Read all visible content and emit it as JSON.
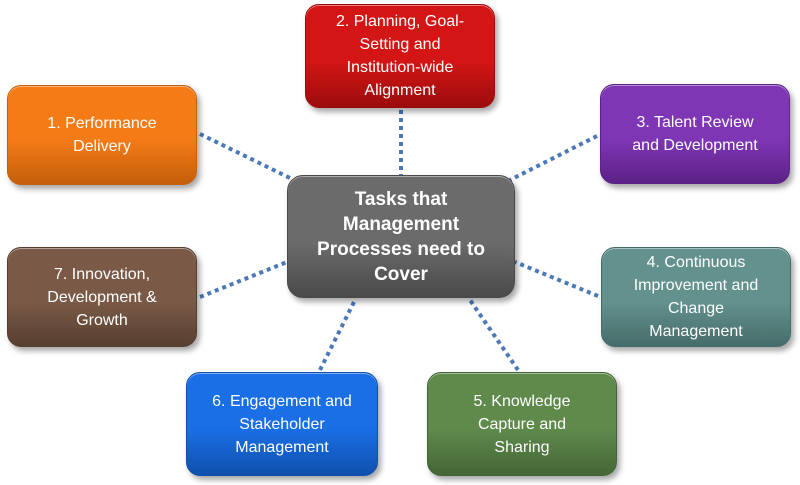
{
  "diagram": {
    "center": {
      "label": "Tasks that\nManagement\nProcesses need to\nCover",
      "color": "#6b6b6b",
      "border": "#4a4a4a"
    },
    "nodes": [
      {
        "id": "performance-delivery",
        "label": "1. Performance\nDelivery",
        "color": "#f47b16",
        "border": "#c45f0b"
      },
      {
        "id": "planning-goal-setting",
        "label": "2. Planning, Goal-\nSetting and\nInstitution-wide\nAlignment",
        "color": "#d41515",
        "border": "#9c0c0c"
      },
      {
        "id": "talent-review",
        "label": "3. Talent Review\nand Development",
        "color": "#7f36b5",
        "border": "#5c2287"
      },
      {
        "id": "continuous-improvement",
        "label": "4. Continuous\nImprovement and\nChange\nManagement",
        "color": "#63918e",
        "border": "#466c6a"
      },
      {
        "id": "knowledge-capture",
        "label": "5. Knowledge\nCapture and\nSharing",
        "color": "#5f8a4c",
        "border": "#446636"
      },
      {
        "id": "engagement-stakeholder",
        "label": "6. Engagement and\nStakeholder\nManagement",
        "color": "#1a6fe6",
        "border": "#0f50ad"
      },
      {
        "id": "innovation-growth",
        "label": "7. Innovation,\nDevelopment &\nGrowth",
        "color": "#7a5a47",
        "border": "#573f30"
      }
    ],
    "connector_color": "#4a78b8"
  }
}
